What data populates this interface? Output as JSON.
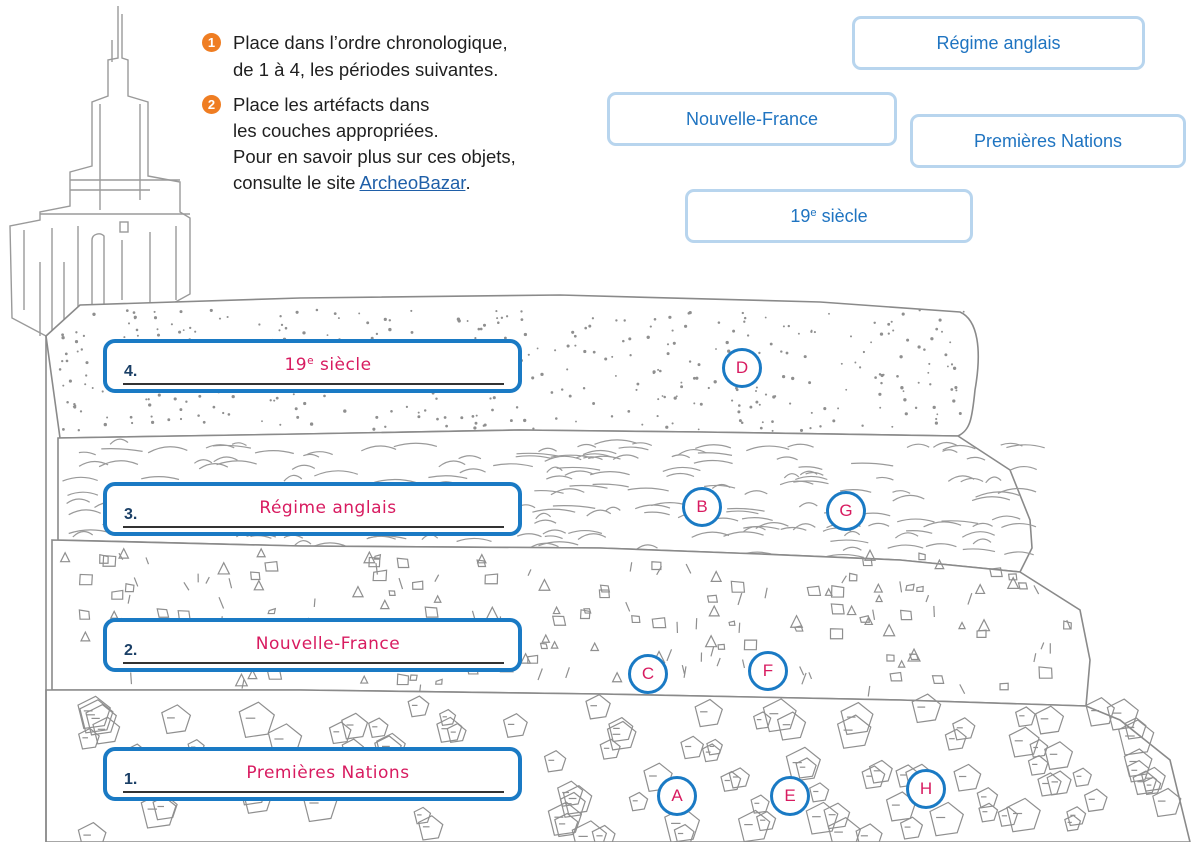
{
  "instructions": {
    "step1": {
      "number": "1",
      "line1": "Place dans l’ordre chronologique,",
      "line2": "de 1 à 4, les périodes suivantes."
    },
    "step2": {
      "number": "2",
      "line1": "Place les artéfacts dans",
      "line2": "les couches appropriées.",
      "line3": "Pour en savoir plus sur ces objets,",
      "line4_before": "consulte le site ",
      "link": "ArcheoBazar",
      "line4_after": "."
    }
  },
  "chips": {
    "regime_anglais": "Régime anglais",
    "nouvelle_france": "Nouvelle-France",
    "premieres_nations": "Premières Nations",
    "siecle_19_num": "19",
    "siecle_19_sup": "e",
    "siecle_19_word": " siècle"
  },
  "slots": [
    {
      "number": "4.",
      "answer_num": "19",
      "answer_sup": "e",
      "answer_text": " siècle"
    },
    {
      "number": "3.",
      "answer_text": "Régime anglais"
    },
    {
      "number": "2.",
      "answer_text": "Nouvelle-France"
    },
    {
      "number": "1.",
      "answer_text": "Premières Nations"
    }
  ],
  "markers": {
    "a": "A",
    "b": "B",
    "c": "C",
    "d": "D",
    "e": "E",
    "f": "F",
    "g": "G",
    "h": "H"
  },
  "colors": {
    "slot_border": "#1a7ac4",
    "chip_border": "#b8d5ee",
    "chip_text": "#1f74c1",
    "answer_text": "#d81b60",
    "step_badge": "#ef7d22",
    "link": "#1f5fa8"
  }
}
